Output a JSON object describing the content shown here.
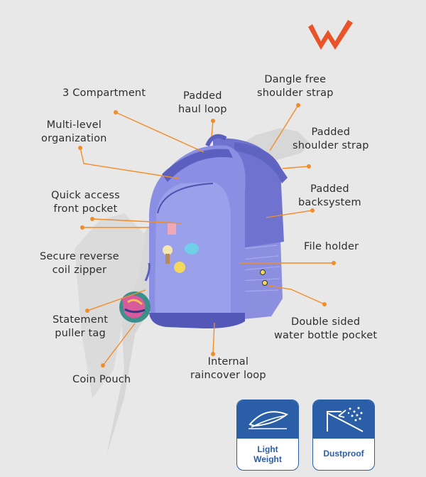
{
  "brand": {
    "logo_color": "#e8542a"
  },
  "colors": {
    "accent": "#f28c28",
    "bag": "#7b80d8",
    "badge": "#2a5fa8"
  },
  "labels": {
    "three_compartment": "3 Compartment",
    "padded_haul_loop": "Padded\nhaul loop",
    "dangle_free_strap": "Dangle free\nshoulder strap",
    "multi_level": "Multi-level\norganization",
    "padded_shoulder_strap": "Padded\nshoulder strap",
    "quick_access": "Quick access\nfront pocket",
    "padded_backsystem": "Padded\nbacksystem",
    "secure_zipper": "Secure reverse\ncoil zipper",
    "file_holder": "File holder",
    "statement_tag": "Statement\npuller tag",
    "double_sided_pocket": "Double sided\nwater bottle pocket",
    "raincover_loop": "Internal\nraincover loop",
    "coin_pouch": "Coin Pouch"
  },
  "badges": [
    {
      "label": "Light\nWeight",
      "icon": "feather-icon"
    },
    {
      "label": "Dustproof",
      "icon": "dust-particles-icon"
    }
  ]
}
